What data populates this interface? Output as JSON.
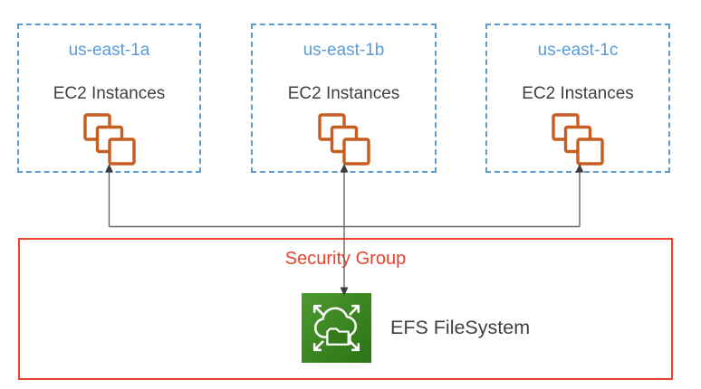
{
  "diagram": {
    "availability_zones": [
      {
        "name": "us-east-1a",
        "instances_label": "EC2 Instances"
      },
      {
        "name": "us-east-1b",
        "instances_label": "EC2 Instances"
      },
      {
        "name": "us-east-1c",
        "instances_label": "EC2 Instances"
      }
    ],
    "security_group": {
      "label": "Security Group"
    },
    "efs": {
      "label": "EFS FileSystem"
    },
    "connections": [
      {
        "from": "EFS FileSystem",
        "to": "EC2 Instances (us-east-1a)",
        "arrow": "to"
      },
      {
        "from": "EFS FileSystem",
        "to": "EC2 Instances (us-east-1b)",
        "arrow": "both"
      },
      {
        "from": "EFS FileSystem",
        "to": "EC2 Instances (us-east-1c)",
        "arrow": "to"
      }
    ],
    "colors": {
      "az_blue": "#5B9BD5",
      "text_dark": "#404040",
      "ec2_orange": "#C65D21",
      "sg_red": "#E8442B",
      "efs_green_light": "#4C9A2F",
      "efs_green_dark": "#2C7215",
      "connector_gray": "#666666",
      "arrowhead_dark": "#3D3D3D"
    }
  }
}
